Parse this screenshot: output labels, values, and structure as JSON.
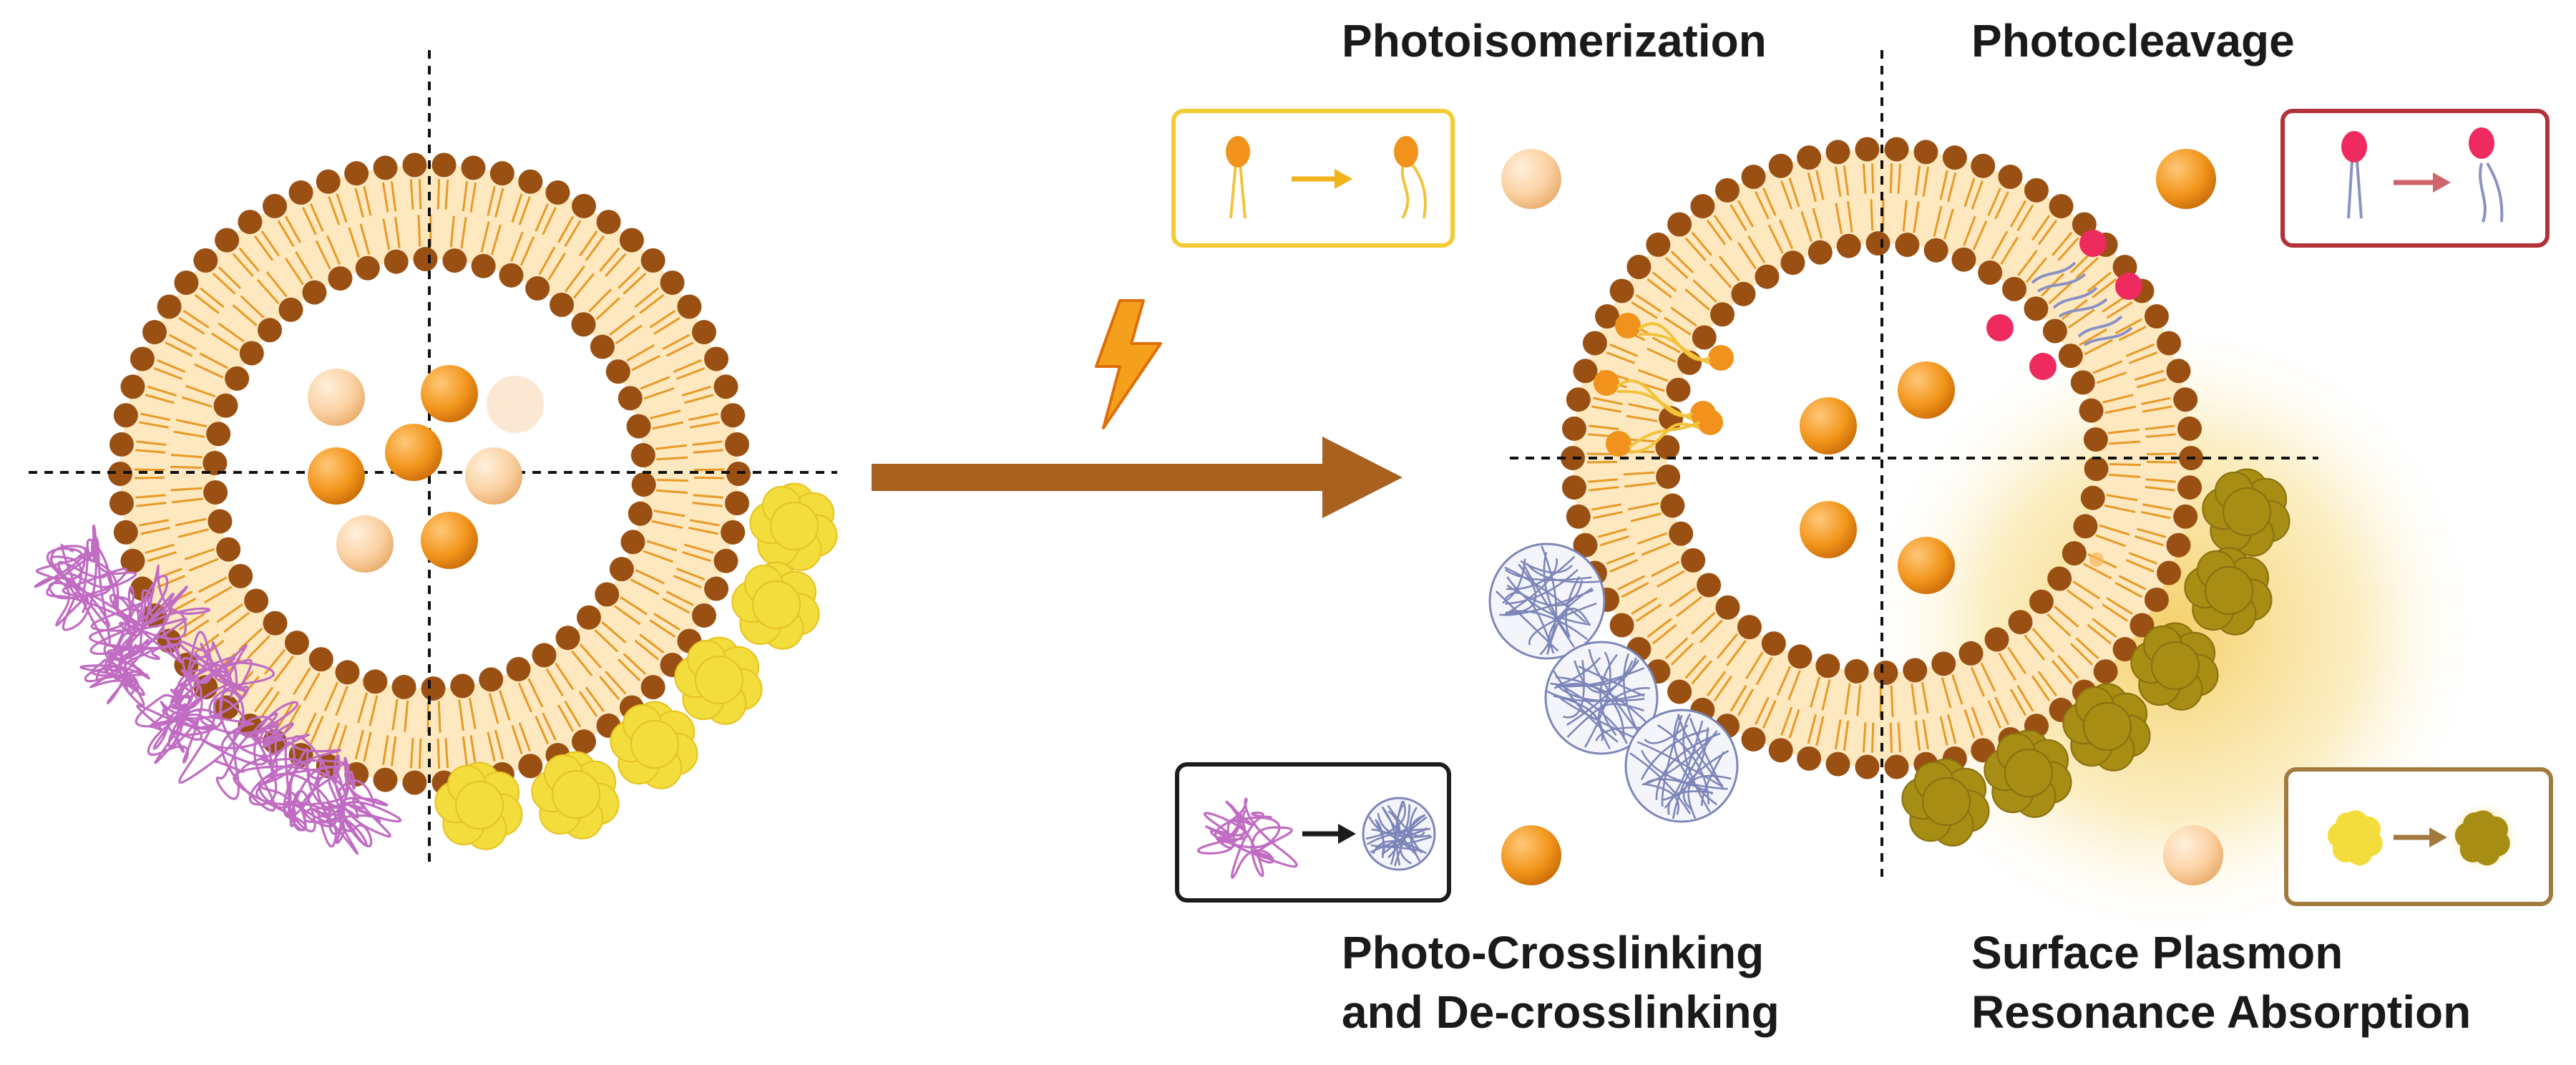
{
  "labels": {
    "photoisomerization": "Photoisomerization",
    "photocleavage": "Photocleavage",
    "crosslinking_line1": "Photo-Crosslinking",
    "crosslinking_line2": "and De-crosslinking",
    "plasmon_line1": "Surface Plasmon",
    "plasmon_line2": "Resonance Absorption"
  },
  "colors": {
    "headgroup": "#9a5012",
    "tail": "#e89a26",
    "liposome_fill": "#fde8c0",
    "arrow": "#a9611f",
    "lightning": "#f0840c",
    "cargo": "#f2961c",
    "isomer_box": "#f3cb32",
    "cleavage_box": "#b2323a",
    "crosslink_box": "#1c1c1c",
    "plasmon_box": "#a27a3e",
    "polymer_loose": "#c06cc2",
    "polymer_crosslinked": "#7d86b8",
    "gold_np": "#f3dd3c",
    "gold_np_heated": "#a88d14",
    "cleavage_head": "#ee2a5e"
  },
  "icons": [
    "lightning-icon",
    "reaction-arrow-icon"
  ]
}
